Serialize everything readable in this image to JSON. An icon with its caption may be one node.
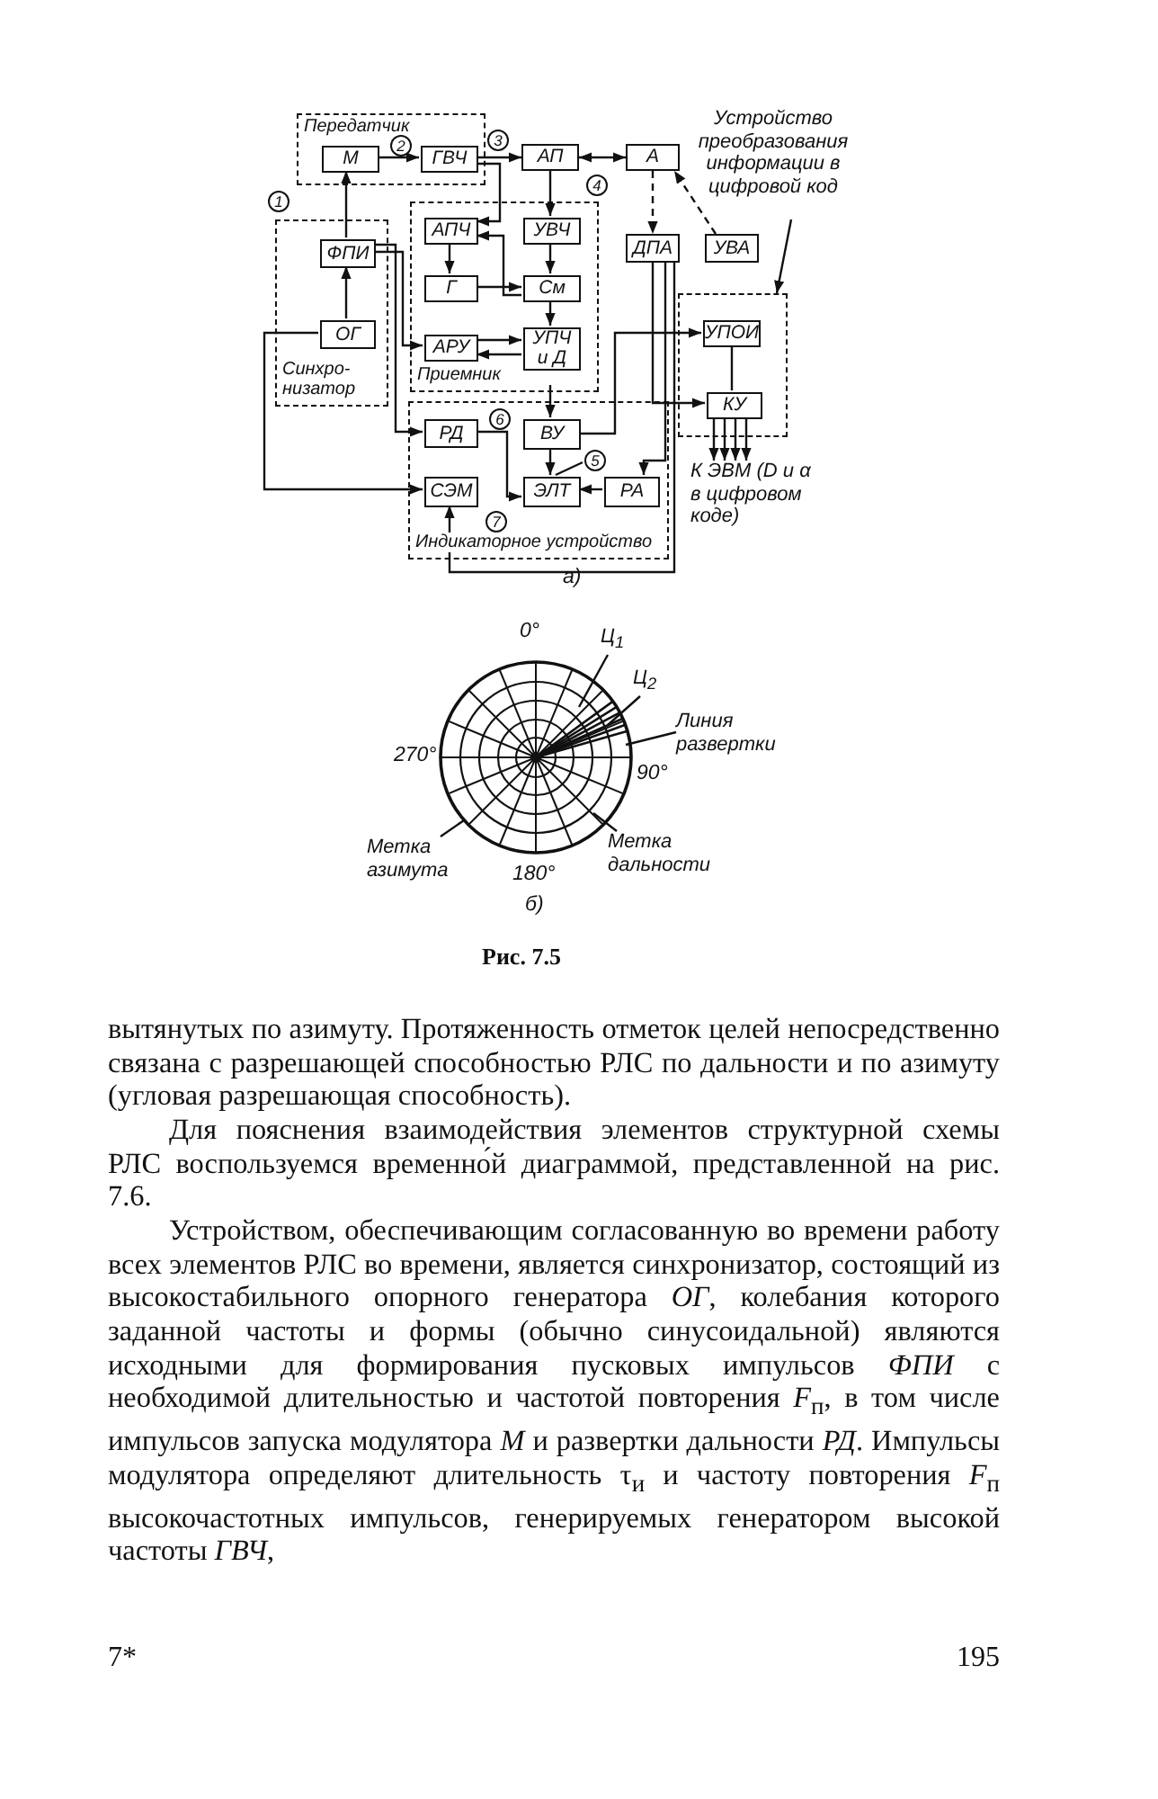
{
  "diagram": {
    "caption": "Рис. 7.5",
    "nodes": [
      {
        "text": [
          "Передатчик"
        ]
      },
      {
        "text": [
          "М"
        ],
        "in": 0
      },
      {
        "text": [
          "2"
        ],
        "in": 0
      },
      {
        "text": [
          "ГВЧ"
        ],
        "in": 0
      },
      {
        "text": [
          "3"
        ]
      },
      {
        "text": [
          "АП"
        ]
      },
      {
        "text": [
          "А"
        ]
      },
      {
        "text": [
          "Устройство преобразования информации в цифровой код"
        ]
      },
      {
        "text": [
          "1"
        ]
      },
      {
        "text": [
          "4"
        ]
      },
      {
        "text": [
          "Синхро-низатор"
        ]
      },
      {
        "text": [
          "ФПИ"
        ],
        "in": 10
      },
      {
        "text": [
          "ОГ"
        ],
        "in": 10
      },
      {
        "text": [
          "Приемник"
        ]
      },
      {
        "text": [
          "АПЧ"
        ],
        "in": 13
      },
      {
        "text": [
          "УВЧ"
        ],
        "in": 13
      },
      {
        "text": [
          "Г"
        ],
        "in": 13
      },
      {
        "text": [
          "См"
        ],
        "in": 13
      },
      {
        "text": [
          "АРУ"
        ],
        "in": 13
      },
      {
        "text": [
          "УПЧ и Д"
        ],
        "in": 13
      },
      {
        "text": [
          "ДПА"
        ]
      },
      {
        "text": [
          "УВА"
        ]
      },
      {
        "text": [],
        "shape": "box"
      },
      {
        "text": [
          "УПОИ"
        ],
        "in": 22
      },
      {
        "text": [
          "КУ"
        ],
        "in": 22
      },
      {
        "text": [
          "Индикаторное устройство"
        ]
      },
      {
        "text": [
          "6"
        ],
        "in": 25
      },
      {
        "text": [
          "РД"
        ],
        "in": 25
      },
      {
        "text": [
          "ВУ"
        ],
        "in": 25
      },
      {
        "text": [
          "5"
        ],
        "in": 25
      },
      {
        "text": [
          "СЭМ"
        ],
        "in": 25
      },
      {
        "text": [
          "ЭЛТ"
        ],
        "in": 25
      },
      {
        "text": [
          "РА"
        ],
        "in": 25
      },
      {
        "text": [
          "7"
        ],
        "in": 25
      },
      {
        "text": [
          "К ЭВМ (D и α в цифровом коде)"
        ]
      },
      {
        "text": [
          "Ц$_{1}$"
        ]
      },
      {
        "text": [
          "Ц$_{2}$"
        ]
      },
      {
        "text": [
          "Линия развертки"
        ]
      },
      {
        "text": [
          "Метка дальности"
        ]
      },
      {
        "text": [
          "Метка азимута"
        ]
      },
      {
        "text": [],
        "shape": "picture",
        "beside": [
          "0°",
          "270°",
          "90°",
          "180°"
        ]
      }
    ],
    "edges": [
      {
        "from": 1,
        "to": 3,
        "arrow": "to"
      },
      {
        "from": 3,
        "to": 5,
        "arrow": "to"
      },
      {
        "from": 5,
        "to": 6,
        "arrow": "both"
      },
      {
        "from": 3,
        "to": 14,
        "arrow": "to"
      },
      {
        "from": 5,
        "to": 15,
        "arrow": "to"
      },
      {
        "from": 15,
        "to": 17,
        "arrow": "to"
      },
      {
        "from": 14,
        "to": 16,
        "arrow": "to"
      },
      {
        "from": 16,
        "to": 17,
        "arrow": "to"
      },
      {
        "from": 17,
        "to": 14,
        "arrow": "to"
      },
      {
        "from": 17,
        "to": 19,
        "arrow": "to"
      },
      {
        "from": 18,
        "to": 19,
        "arrow": "to"
      },
      {
        "from": 19,
        "to": 18,
        "arrow": "to"
      },
      {
        "from": 12,
        "to": 11,
        "arrow": "to"
      },
      {
        "from": 11,
        "to": 1,
        "arrow": "to"
      },
      {
        "from": 11,
        "to": 18,
        "arrow": "to"
      },
      {
        "from": 11,
        "to": 27,
        "arrow": "to"
      },
      {
        "from": 12,
        "to": 30,
        "arrow": "to"
      },
      {
        "from": 6,
        "to": 20,
        "arrow": "to",
        "style": "dashed"
      },
      {
        "from": 21,
        "to": 6,
        "arrow": "to",
        "style": "dashed"
      },
      {
        "from": 7,
        "to": 22,
        "arrow": "to"
      },
      {
        "from": 19,
        "to": 28,
        "arrow": "to"
      },
      {
        "from": 28,
        "to": 23,
        "arrow": "to"
      },
      {
        "from": 23,
        "to": 24,
        "arrow": "none"
      },
      {
        "from": 20,
        "to": 24,
        "arrow": "to"
      },
      {
        "from": 20,
        "to": 32,
        "arrow": "to"
      },
      {
        "from": 20,
        "to": 30,
        "arrow": "to"
      },
      {
        "from": 28,
        "to": 31,
        "arrow": "to"
      },
      {
        "from": 27,
        "to": 31,
        "arrow": "to"
      },
      {
        "from": 32,
        "to": 31,
        "arrow": "to"
      },
      {
        "from": 24,
        "to": 34,
        "arrow": "to"
      },
      {
        "from": 24,
        "to": 34,
        "arrow": "to"
      },
      {
        "from": 24,
        "to": 34,
        "arrow": "to"
      },
      {
        "from": 24,
        "to": 34,
        "arrow": "to"
      },
      {
        "from": 29,
        "to": 31,
        "arrow": "none"
      },
      {
        "from": 35,
        "to": 40,
        "arrow": "none"
      },
      {
        "from": 36,
        "to": 40,
        "arrow": "none"
      },
      {
        "from": 37,
        "to": 40,
        "arrow": "none"
      },
      {
        "from": 38,
        "to": 40,
        "arrow": "none"
      },
      {
        "from": 39,
        "to": 40,
        "arrow": "none"
      }
    ],
    "labels": [
      "а)",
      "б)",
      "вытянутых по азимуту. Протяженность отметок целей непосредственно связана с разрешающей способностью РЛС по дальности и по азимуту (угловая разрешающая способность).",
      "Для пояснения взаимодействия элементов структурной схемы РЛС воспользуемся временно́й диаграммой, представленной на рис. 7.6.",
      "Устройством, обеспечивающим согласованную во времени работу всех элементов РЛС во времени, является синхронизатор, состоящий из высокостабильного опорного генератора *ОГ*, колебания которого заданной частоты и формы (обычно синусоидальной) являются исходными для формирования пусковых импульсов *ФПИ* с необходимой длительностью и частотой повторения *F*$_{п}$, в том числе импульсов запуска модулятора *М* и развертки дальности *РД*. Импульсы модулятора определяют длительность τ$_{и}$ и частоту повторения *F*$_{п}$ высокочастотных импульсов, генерируемых генератором высокой частоты *ГВЧ*,",
      "7*",
      "195"
    ]
  }
}
